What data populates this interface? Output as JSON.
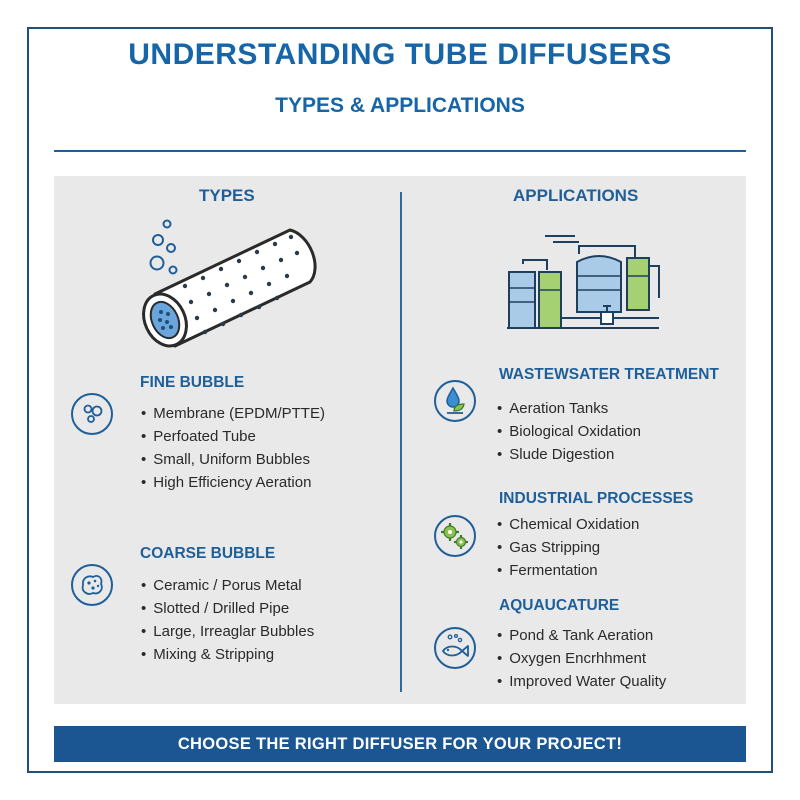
{
  "header": {
    "title": "UNDERSTANDING TUBE DIFFUSERS",
    "subtitle": "TYPES & APPLICATIONS"
  },
  "types": {
    "heading": "TYPES",
    "fine_bubble": {
      "heading": "FINE BUBBLE",
      "items": [
        "Membrane (EPDM/PTTE)",
        "Perfoated Tube",
        "Small, Uniform Bubbles",
        "High Efficiency Aeration"
      ]
    },
    "coarse_bubble": {
      "heading": "COARSE BUBBLE",
      "items": [
        "Ceramic / Porus Metal",
        "Slotted / Drilled Pipe",
        "Large, Irreaglar Bubbles",
        "Mixing & Stripping"
      ]
    }
  },
  "applications": {
    "heading": "APPLICATIONS",
    "wastewater": {
      "heading": "WASTEWSATER TREATMENT",
      "items": [
        "Aeration Tanks",
        "Biological Oxidation",
        "Slude Digestion"
      ]
    },
    "industrial": {
      "heading": "INDUSTRIAL PROCESSES",
      "items": [
        "Chemical Oxidation",
        "Gas Stripping",
        "Fermentation"
      ]
    },
    "aquaculture": {
      "heading": "AQUAUCATURE",
      "items": [
        "Pond & Tank Aeration",
        "Oxygen Encrhhment",
        "Improved Water Quality"
      ]
    }
  },
  "footer": {
    "banner": "CHOOSE THE RIGHT DIFFUSER FOR YOUR PROJECT!"
  },
  "colors": {
    "primary_blue": "#1565a8",
    "banner_blue": "#1b5592",
    "panel_gray": "#e9e9ea",
    "accent_green": "#8cc152",
    "light_blue": "#a9cbe8"
  }
}
